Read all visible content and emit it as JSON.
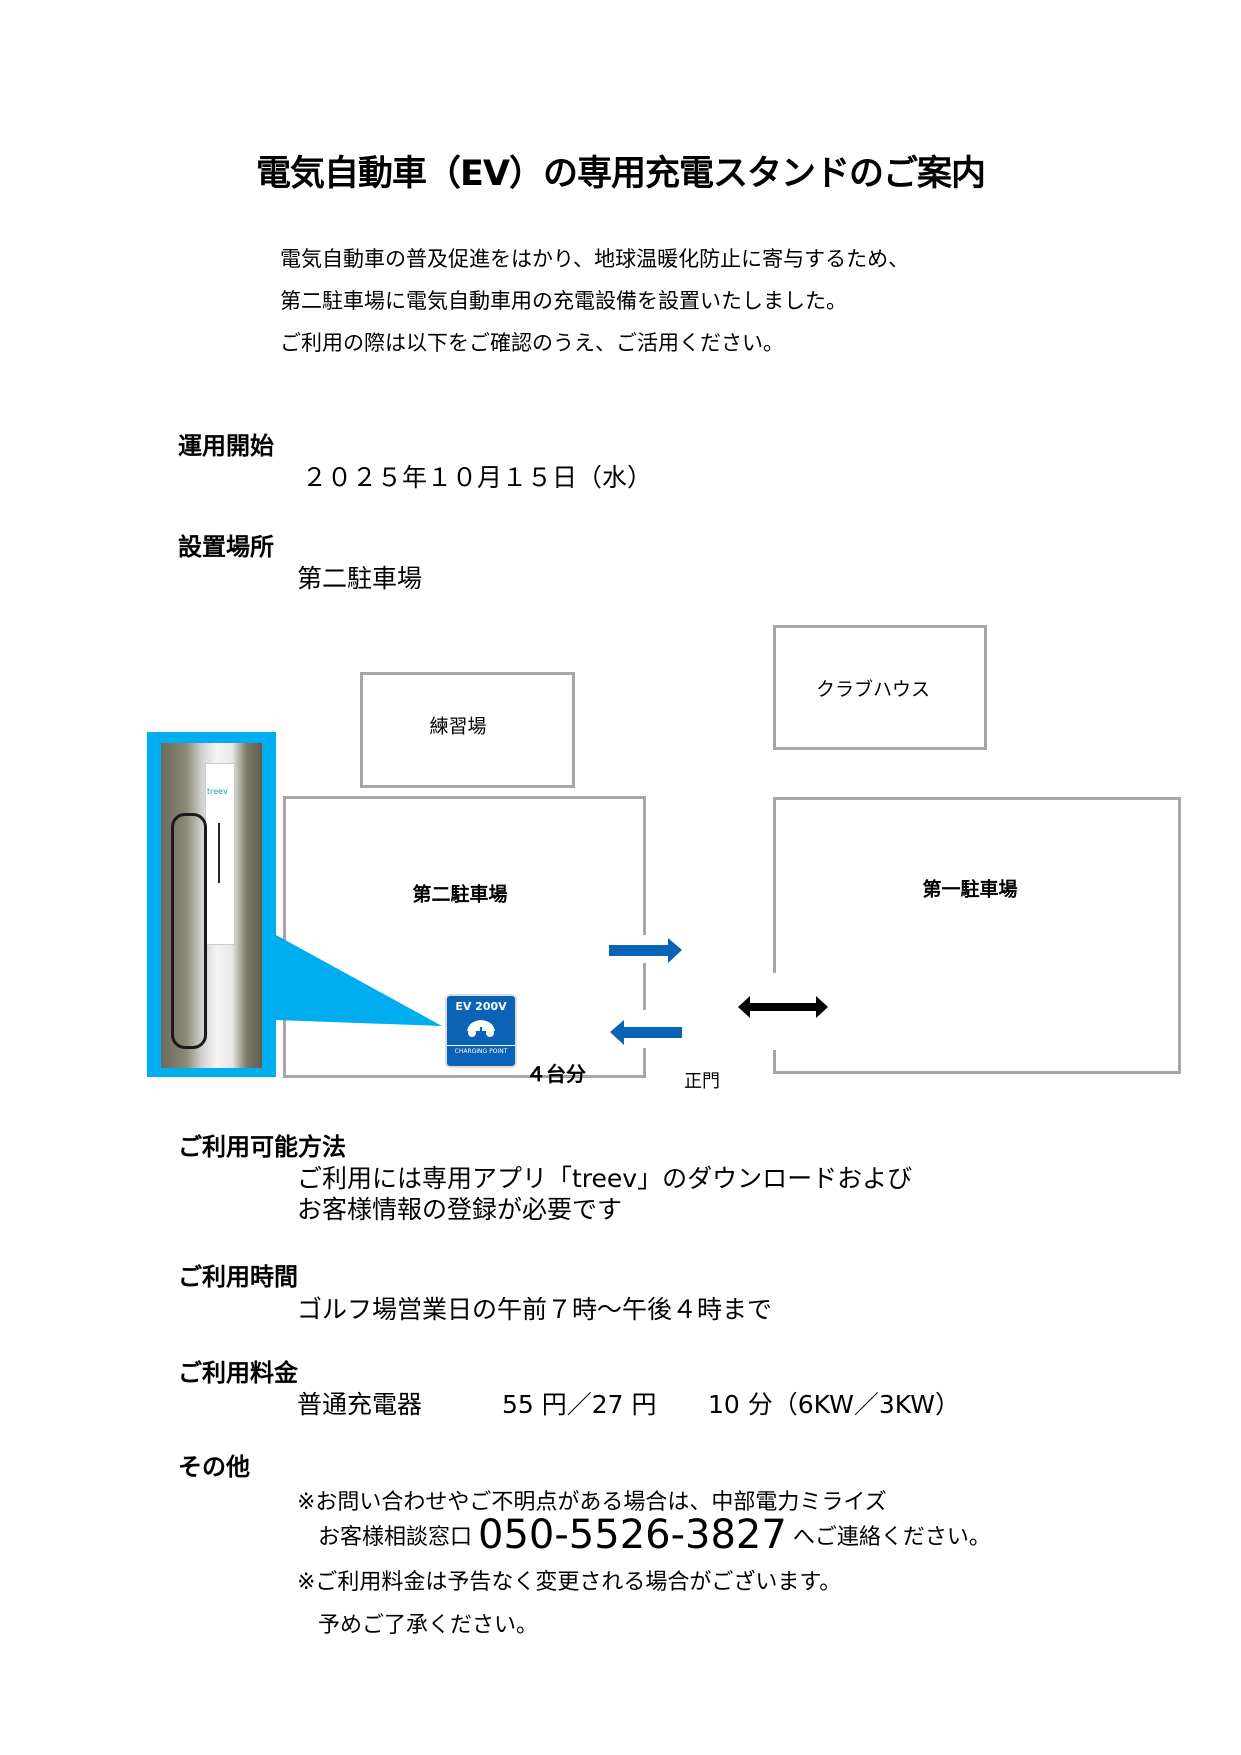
{
  "title": "電気自動車（EV）の専用充電スタンドのご案内",
  "intro": [
    "電気自動車の普及促進をはかり、地球温暖化防止に寄与するため、",
    "第二駐車場に電気自動車用の充電設備を設置いたしました。",
    "ご利用の際は以下をご確認のうえ、ご活用ください。"
  ],
  "start": {
    "heading": "運用開始",
    "value": "２０２５年１０月１５日（水）"
  },
  "location": {
    "heading": "設置場所",
    "value": "第二駐車場"
  },
  "map": {
    "practice": "練習場",
    "clubhouse": "クラブハウス",
    "lot2": "第二駐車場",
    "lot1": "第一駐車場",
    "gate": "正門",
    "count": "４台分",
    "sign_top": "EV 200V",
    "sign_bottom": "CHARGING POINT",
    "charger_brand": "treev",
    "accent": "#00aeef",
    "arrow_color": "#0b63b5"
  },
  "method": {
    "heading": "ご利用可能方法",
    "lines": [
      "ご利用には専用アプリ「treev」のダウンロードおよび",
      "お客様情報の登録が必要です"
    ]
  },
  "hours": {
    "heading": "ご利用時間",
    "value": "ゴルフ場営業日の午前７時～午後４時まで"
  },
  "fee": {
    "heading": "ご利用料金",
    "type": "普通充電器",
    "price": "55 円／27 円",
    "unit": "10 分（6KW／3KW）"
  },
  "other": {
    "heading": "その他",
    "line1": "※お問い合わせやご不明点がある場合は、中部電力ミライズ",
    "line2_pre": "お客様相談窓口",
    "phone": "050-5526-3827",
    "line2_post": "へご連絡ください。",
    "line3": "※ご利用料金は予告なく変更される場合がございます。",
    "line4": "予めご了承ください。"
  }
}
